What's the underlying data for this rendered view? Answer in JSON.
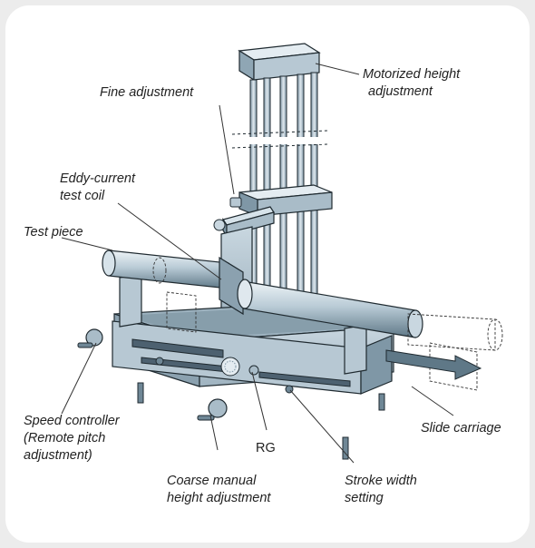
{
  "labels": {
    "motorized_line1": "Motorized height",
    "motorized_line2": "adjustment",
    "fine_adjustment": "Fine adjustment",
    "eddy_line1": "Eddy-current",
    "eddy_line2": "test coil",
    "test_piece": "Test piece",
    "speed_line1": "Speed controller",
    "speed_line2": "(Remote pitch",
    "speed_line3": "adjustment)",
    "rg": "RG",
    "slide_carriage": "Slide carriage",
    "coarse_line1": "Coarse manual",
    "coarse_line2": "height adjustment",
    "stroke_line1": "Stroke width",
    "stroke_line2": "setting"
  },
  "colors": {
    "background": "#ececec",
    "panel": "#ffffff",
    "steel_light": "#d7e3ea",
    "steel_mid": "#a9bcc8",
    "steel_dark": "#6f8796",
    "outline": "#1f2a30",
    "leader": "#333333"
  }
}
